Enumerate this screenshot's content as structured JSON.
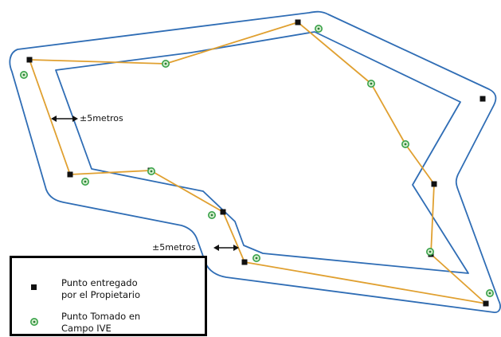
{
  "tolerance_labels": [
    "±5metros",
    "±5metros"
  ],
  "legend": {
    "owner_point": "Punto entregado\npor el Propietario",
    "field_point": "Punto Tomado en\nCampo IVE"
  },
  "colors": {
    "buffer": "#2f6db5",
    "line": "#e0a030",
    "owner_point": "#111111",
    "field_point_ring": "#3aa24a",
    "field_point_fill": "#d7f0cf"
  }
}
